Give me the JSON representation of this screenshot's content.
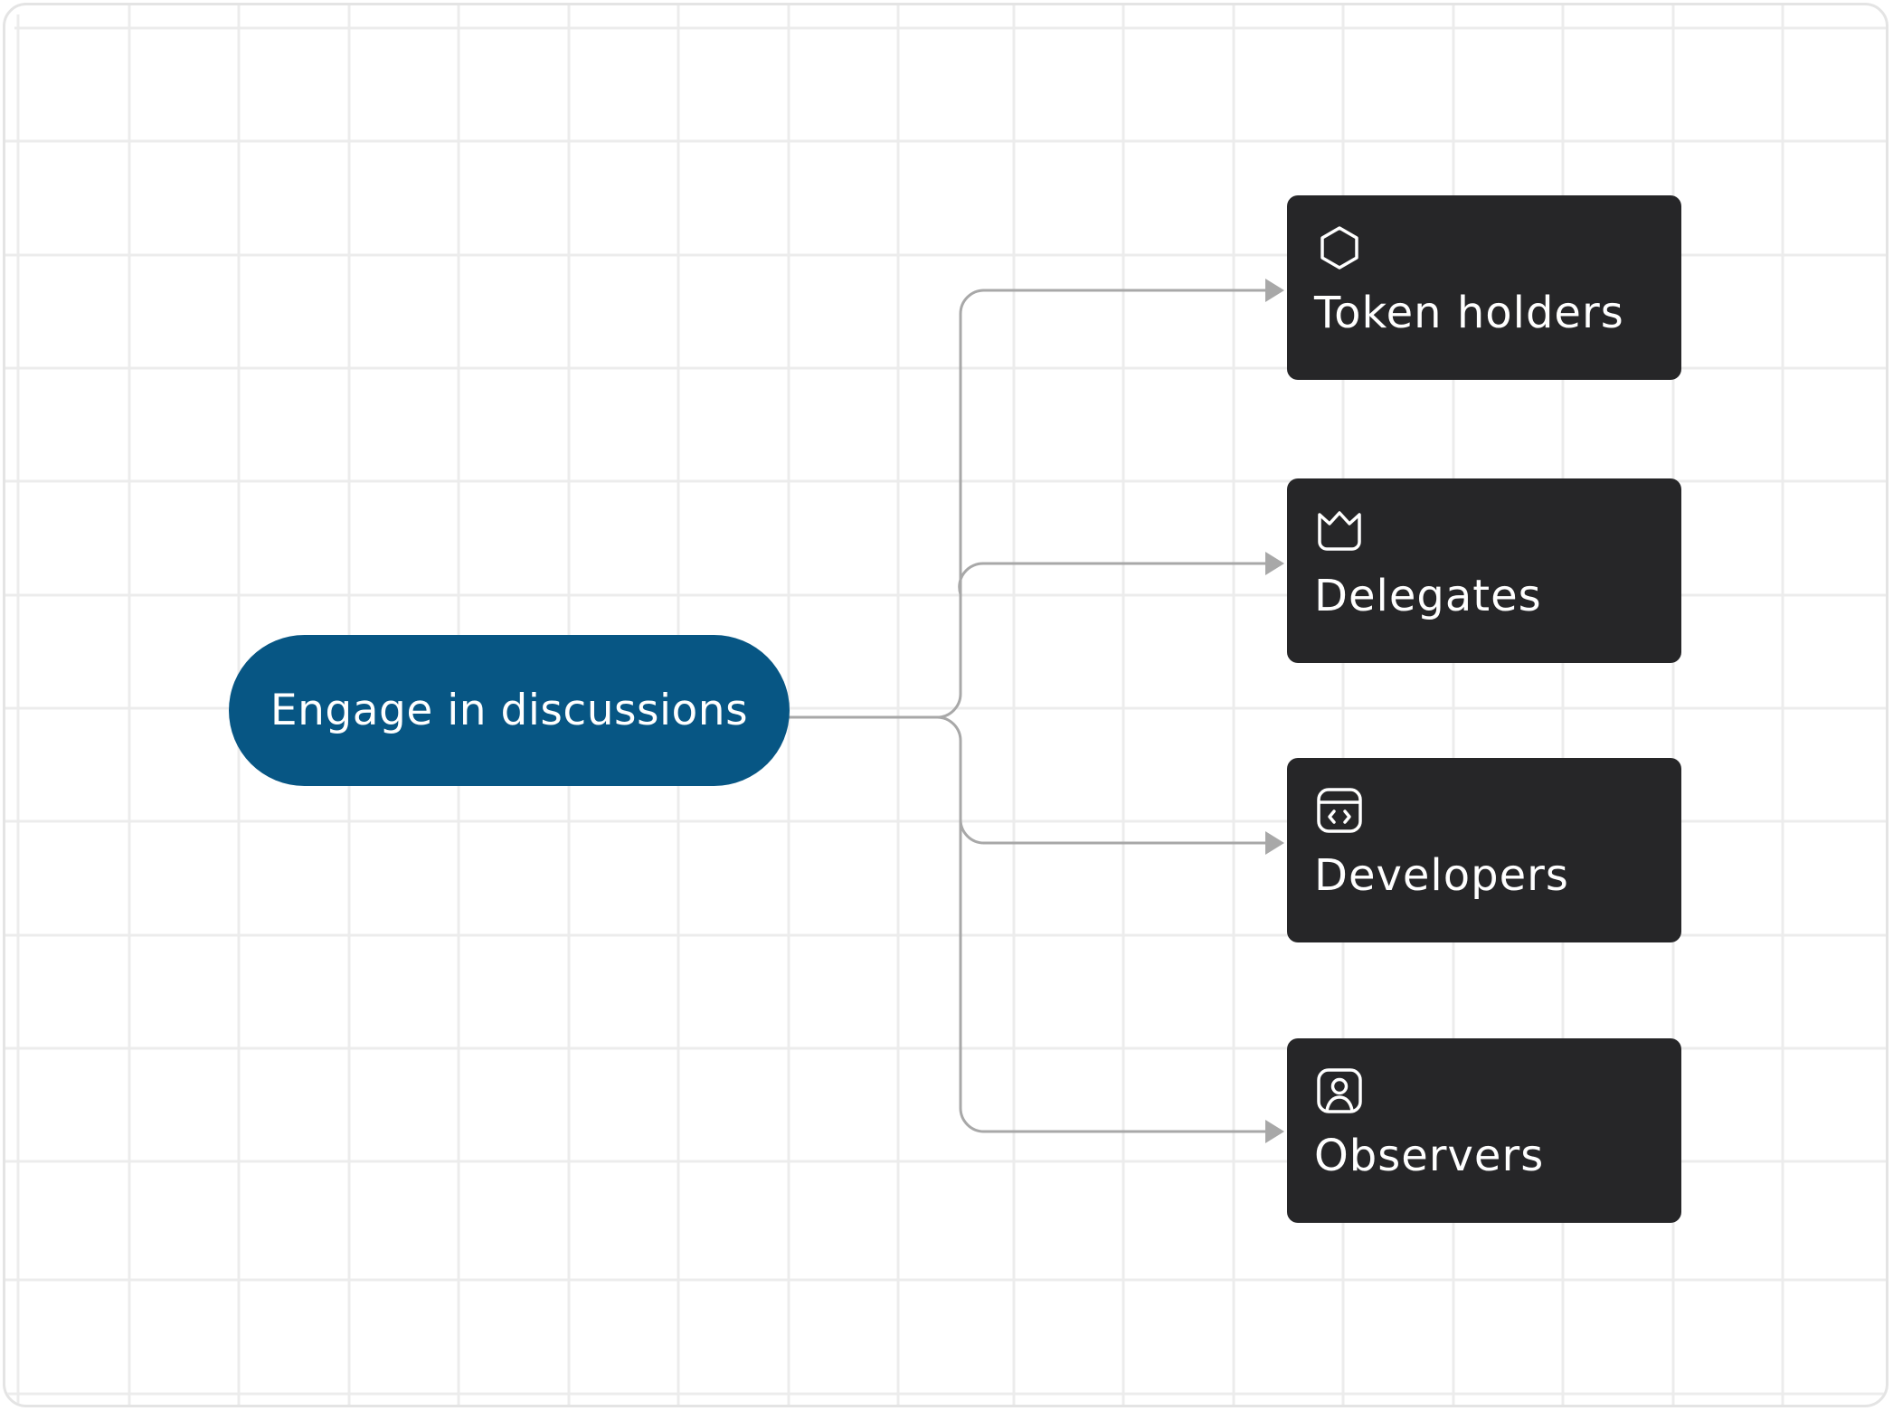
{
  "diagram": {
    "source_node": {
      "label": "Engage in discussions",
      "color": "#075684"
    },
    "targets": [
      {
        "label": "Token holders",
        "icon": "hexagon-icon"
      },
      {
        "label": "Delegates",
        "icon": "crown-icon"
      },
      {
        "label": "Developers",
        "icon": "code-window-icon"
      },
      {
        "label": "Observers",
        "icon": "user-square-icon"
      }
    ],
    "card_color": "#262628",
    "connector_color": "#a8a8a8",
    "grid_color": "#ececec"
  }
}
